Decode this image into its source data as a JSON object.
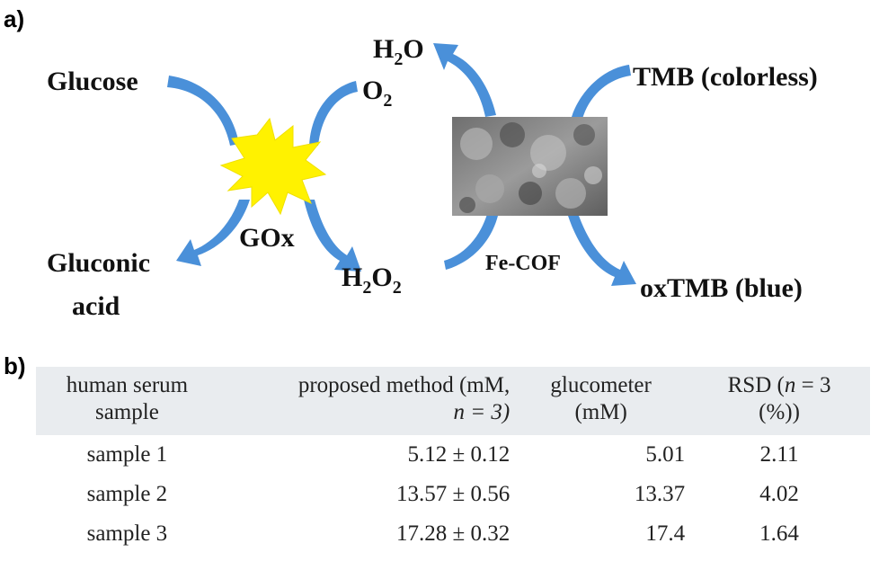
{
  "panel_a": {
    "label": "a)",
    "glucose": "Glucose",
    "gluconic_line1": "Gluconic",
    "gluconic_line2": "acid",
    "o2_base": "O",
    "o2_sub": "2",
    "gox": "GOx",
    "h2o2_h": "H",
    "h2o2_sub1": "2",
    "h2o2_o": "O",
    "h2o2_sub2": "2",
    "h2o_h": "H",
    "h2o_sub": "2",
    "h2o_o": "O",
    "tmb": "TMB (colorless)",
    "fe_cof": "Fe-COF",
    "oxtmb": "oxTMB (blue)",
    "colors": {
      "arrow": "#4a90d9",
      "star": "#fff200",
      "micrograph": "#8a8a8a"
    }
  },
  "panel_b": {
    "label": "b)",
    "headers": {
      "col1_line1": "human serum",
      "col1_line2": "sample",
      "col2_line1": "proposed method (mM,",
      "col2_line2": "n = 3)",
      "col3_line1": "glucometer",
      "col3_line2": "(mM)",
      "col4_line1": "RSD (n = 3",
      "col4_line2": "(%))"
    },
    "rows": [
      {
        "sample": "sample 1",
        "proposed": "5.12 ± 0.12",
        "glucometer": "5.01",
        "rsd": "2.11"
      },
      {
        "sample": "sample 2",
        "proposed": "13.57 ± 0.56",
        "glucometer": "13.37",
        "rsd": "4.02"
      },
      {
        "sample": "sample 3",
        "proposed": "17.28 ± 0.32",
        "glucometer": "17.4",
        "rsd": "1.64"
      }
    ],
    "colors": {
      "header_bg": "#e9ecef"
    }
  }
}
